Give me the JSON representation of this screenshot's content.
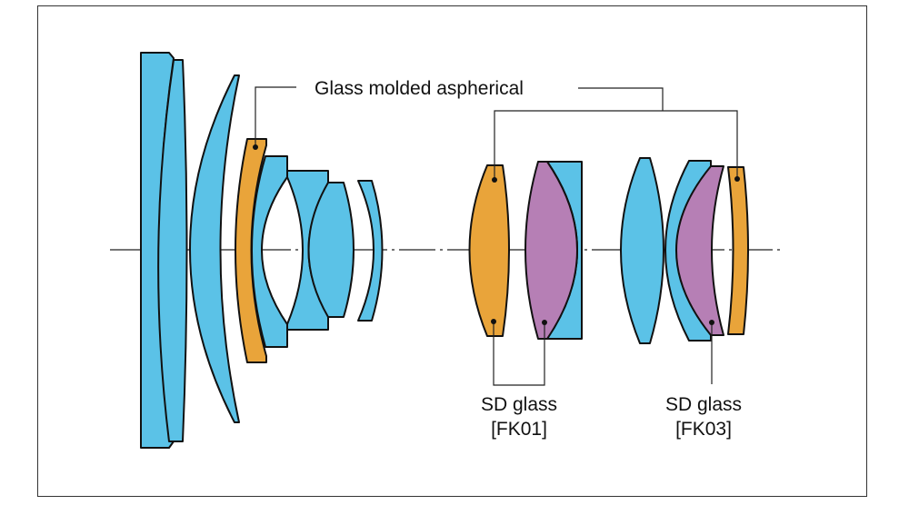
{
  "diagram": {
    "labels": {
      "aspherical": "Glass molded aspherical",
      "sd1_line1": "SD glass",
      "sd1_line2": "[FK01]",
      "sd2_line1": "SD glass",
      "sd2_line2": "[FK03]"
    },
    "colors": {
      "standard_glass": "#5bc2e7",
      "aspherical_glass": "#e9a43a",
      "sd_glass": "#b67fb5"
    }
  }
}
